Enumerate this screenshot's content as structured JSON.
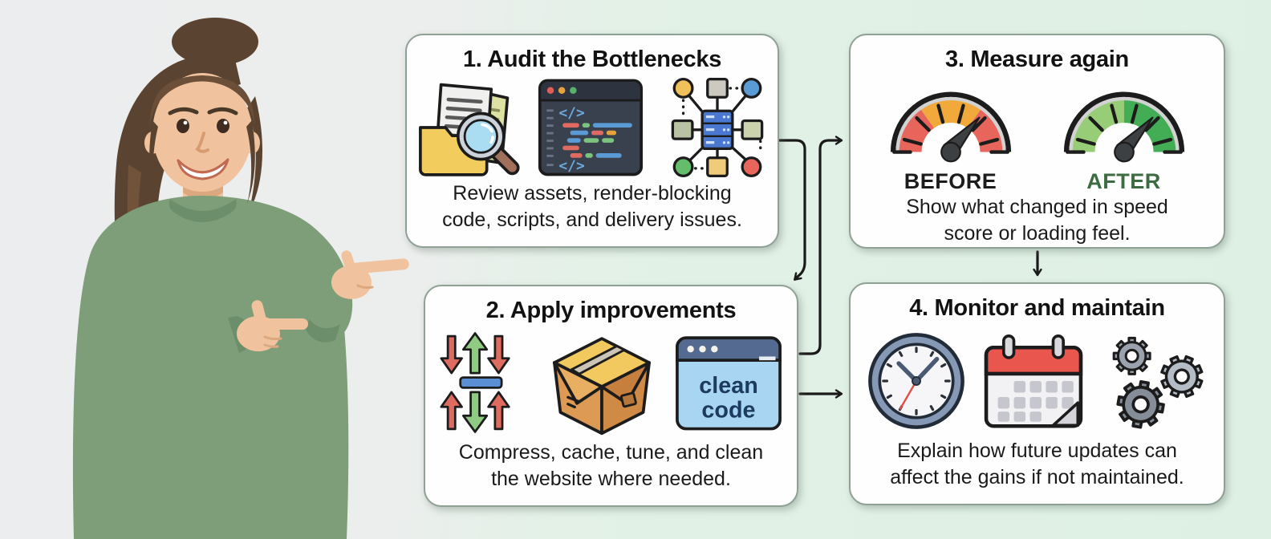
{
  "page": {
    "background_left_color": "#ebedee",
    "background_right_color": "#def0e3",
    "arrow_color": "#1a1a1a",
    "card_border_color": "#8fa095"
  },
  "illustration": {
    "name": "woman-pointing-at-steps",
    "sweater_color": "#7d9e78",
    "hair_color": "#5a4330",
    "skin_color": "#f0c39e"
  },
  "flow": {
    "cards": [
      {
        "title": "1. Audit the Bottlenecks",
        "description": [
          "Review assets, render-blocking",
          "code, scripts, and delivery issues."
        ],
        "icons": [
          "document-search-icon",
          "code-editor-icon",
          "server-network-icon"
        ],
        "editor_glyphs": [
          "</>",
          "</>"
        ]
      },
      {
        "title": "2. Apply improvements",
        "description": [
          "Compress, cache, tune, and clean",
          "the website where needed."
        ],
        "icons": [
          "compress-arrows-icon",
          "package-box-icon",
          "clean-code-window-icon"
        ],
        "window_label": [
          "clean",
          "code"
        ]
      },
      {
        "title": "3. Measure again",
        "description": [
          "Show what changed in speed",
          "score or loading feel."
        ],
        "gauges": [
          {
            "label": "BEFORE",
            "label_color": "#1c1c1c",
            "band_colors": [
              "#e8655c",
              "#f2a93b",
              "#e8655c"
            ]
          },
          {
            "label": "AFTER",
            "label_color": "#3d6b42",
            "band_colors": [
              "#97cd76",
              "#43ad55"
            ]
          }
        ]
      },
      {
        "title": "4. Monitor and maintain",
        "description": [
          "Explain how future updates can",
          "affect the gains if not maintained."
        ],
        "icons": [
          "clock-icon",
          "calendar-icon",
          "gears-icon"
        ]
      }
    ],
    "connectors": [
      {
        "from": "step-1",
        "to": "step-2"
      },
      {
        "from": "step-2",
        "to": "step-3"
      },
      {
        "from": "step-2",
        "to": "step-4"
      },
      {
        "from": "step-3",
        "to": "step-4"
      }
    ]
  }
}
